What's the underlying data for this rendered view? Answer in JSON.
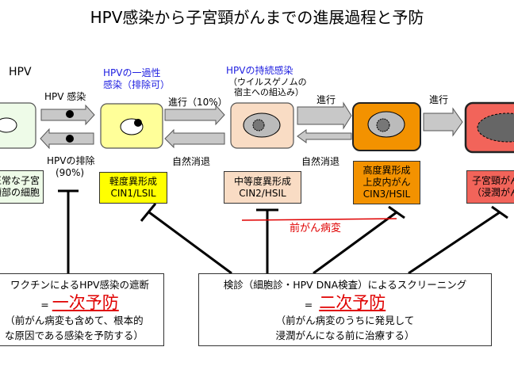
{
  "title": "HPV感染から子宮頸がんまでの進展過程と予防",
  "stages": {
    "hpv": "HPV",
    "transient": [
      "HPVの一過性",
      "感染（排除可）"
    ],
    "persistent": [
      "HPVの持続感染",
      "（ウイルスゲノムの",
      "宿主への組込み）"
    ]
  },
  "arrows": {
    "infection": "HPV 感染",
    "clearance": [
      "HPVの排除",
      "(90%)"
    ],
    "progress_10": "進行（10%）",
    "progress": "進行",
    "regression": "自然消退"
  },
  "labels": {
    "normal": [
      "正常な子宮",
      "頸部の細胞"
    ],
    "cin1": [
      "軽度異形成",
      "CIN1/LSIL"
    ],
    "cin2": [
      "中等度異形成",
      "CIN2/HSIL"
    ],
    "cin3": [
      "高度異形成",
      "上皮内がん",
      "CIN3/HSIL"
    ],
    "cancer": [
      "子宮頸がん",
      "（浸潤がん）"
    ]
  },
  "precancer": "前がん病変",
  "primary": {
    "line1": "ワクチンによるHPV感染の遮断",
    "eq": "=",
    "name": "一次予防",
    "line3": "（前がん病変も含めて、根本的",
    "line4": "な原因である感染を予防する）"
  },
  "secondary": {
    "line1": "検診（細胞診・HPV DNA検査）によるスクリーニング",
    "eq": "=",
    "name": "二次予防",
    "line3": "（前がん病変のうちに発見して",
    "line4": "浸潤がんになる前に治療する）"
  },
  "colors": {
    "normal": "#eefbe8",
    "cin1": "#ffff99",
    "cin2": "#f9dcc4",
    "cin3": "#f39200",
    "cancer": "#f2645a",
    "accent_red": "#e00000",
    "blue": "#2020e0"
  }
}
